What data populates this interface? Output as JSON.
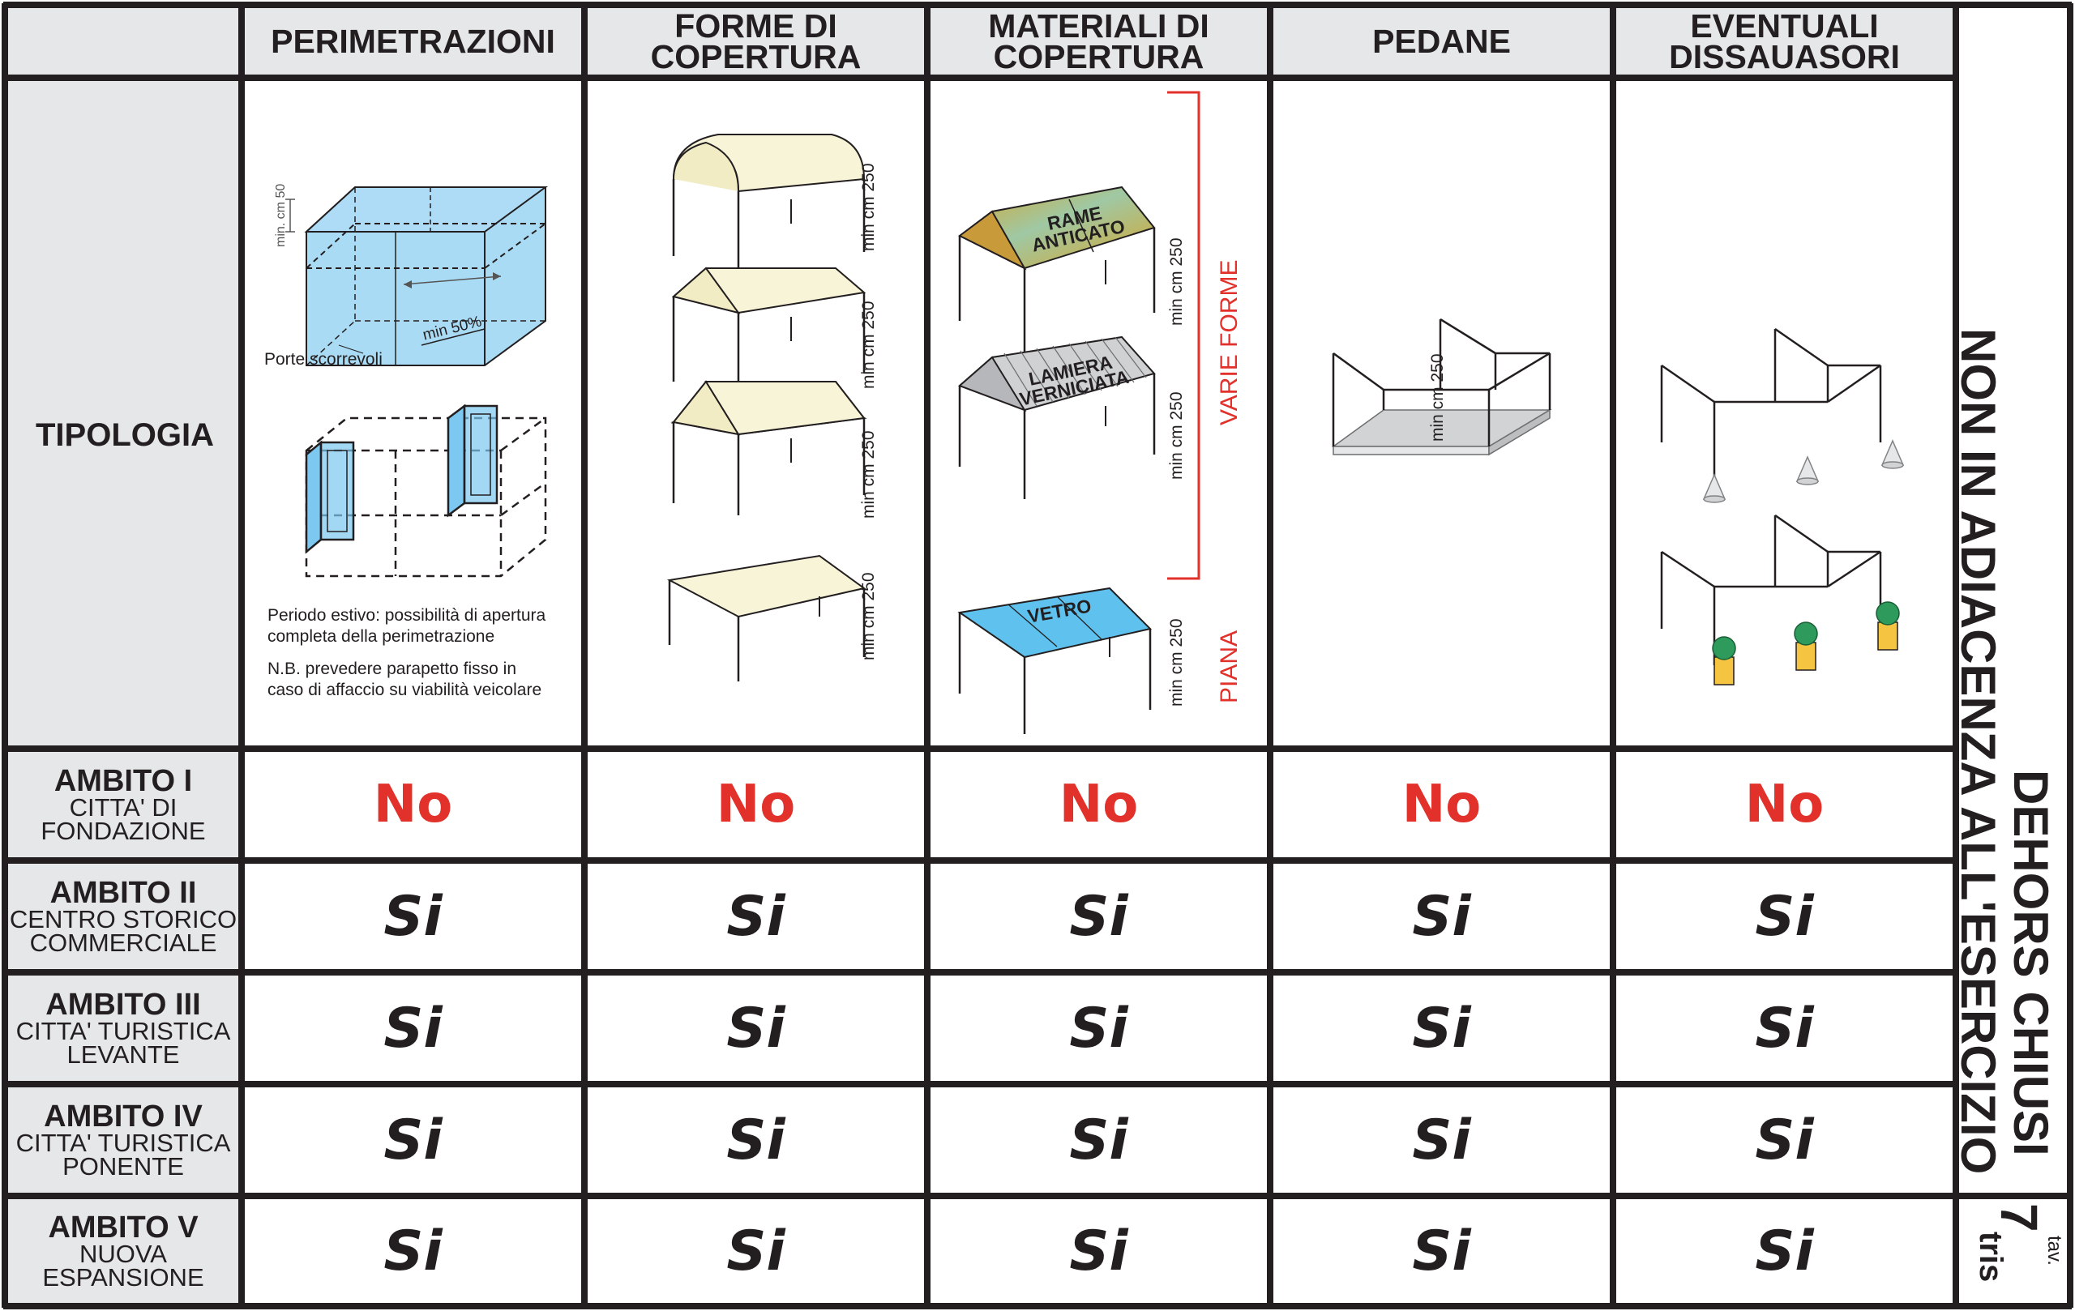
{
  "columns": [
    "PERIMETRAZIONI",
    "FORME DI COPERTURA",
    "MATERIALI DI COPERTURA",
    "PEDANE",
    "EVENTUALI DISSAUASORI"
  ],
  "columns_lines": [
    [
      "PERIMETRAZIONI"
    ],
    [
      "FORME DI",
      "COPERTURA"
    ],
    [
      "MATERIALI DI",
      "COPERTURA"
    ],
    [
      "PEDANE"
    ],
    [
      "EVENTUALI",
      "DISSAUASORI"
    ]
  ],
  "tipologia_label": "TIPOLOGIA",
  "side_title": {
    "line1": "DEHORS CHIUSI",
    "line2": "NON IN ADIACENZA ALL'ESERCIZIO"
  },
  "sheet": {
    "tav": "tav.",
    "number": "7",
    "suffix": "tris"
  },
  "perimetrazioni": {
    "min_height_label": "min. cm 50",
    "min_width_label": "min 50%",
    "doors_label": "Porte scorrevoli",
    "note1_line1": "Periodo estivo: possibilità di apertura",
    "note1_line2": "completa della perimetrazione",
    "note2_line1": "N.B. prevedere parapetto fisso in",
    "note2_line2": "caso di affaccio su viabilità veicolare"
  },
  "height_label": "min cm 250",
  "materiali": {
    "rame_line1": "RAME",
    "rame_line2": "ANTICATO",
    "lamiera_line1": "LAMIERA",
    "lamiera_line2": "VERNICIATA",
    "vetro": "VETRO",
    "varie_forme": "VARIE FORME",
    "piana": "PIANA"
  },
  "rows": [
    {
      "title": "AMBITO I",
      "sub1": "CITTA' DI",
      "sub2": "FONDAZIONE",
      "values": [
        "No",
        "No",
        "No",
        "No",
        "No"
      ]
    },
    {
      "title": "AMBITO II",
      "sub1": "CENTRO STORICO",
      "sub2": "COMMERCIALE",
      "values": [
        "Si",
        "Si",
        "Si",
        "Si",
        "Si"
      ]
    },
    {
      "title": "AMBITO III",
      "sub1": "CITTA' TURISTICA",
      "sub2": "LEVANTE",
      "values": [
        "Si",
        "Si",
        "Si",
        "Si",
        "Si"
      ]
    },
    {
      "title": "AMBITO IV",
      "sub1": "CITTA' TURISTICA",
      "sub2": "PONENTE",
      "values": [
        "Si",
        "Si",
        "Si",
        "Si",
        "Si"
      ]
    },
    {
      "title": "AMBITO V",
      "sub1": "NUOVA",
      "sub2": "ESPANSIONE",
      "values": [
        "Si",
        "Si",
        "Si",
        "Si",
        "Si"
      ]
    }
  ],
  "colors": {
    "line": "#231f20",
    "header_bg": "#e6e7e8",
    "no": "#e2302b",
    "glass": "#7cc8f0",
    "canvas": "#f8f4d8",
    "plant": "#2e9a5b",
    "pot": "#f5c542"
  }
}
